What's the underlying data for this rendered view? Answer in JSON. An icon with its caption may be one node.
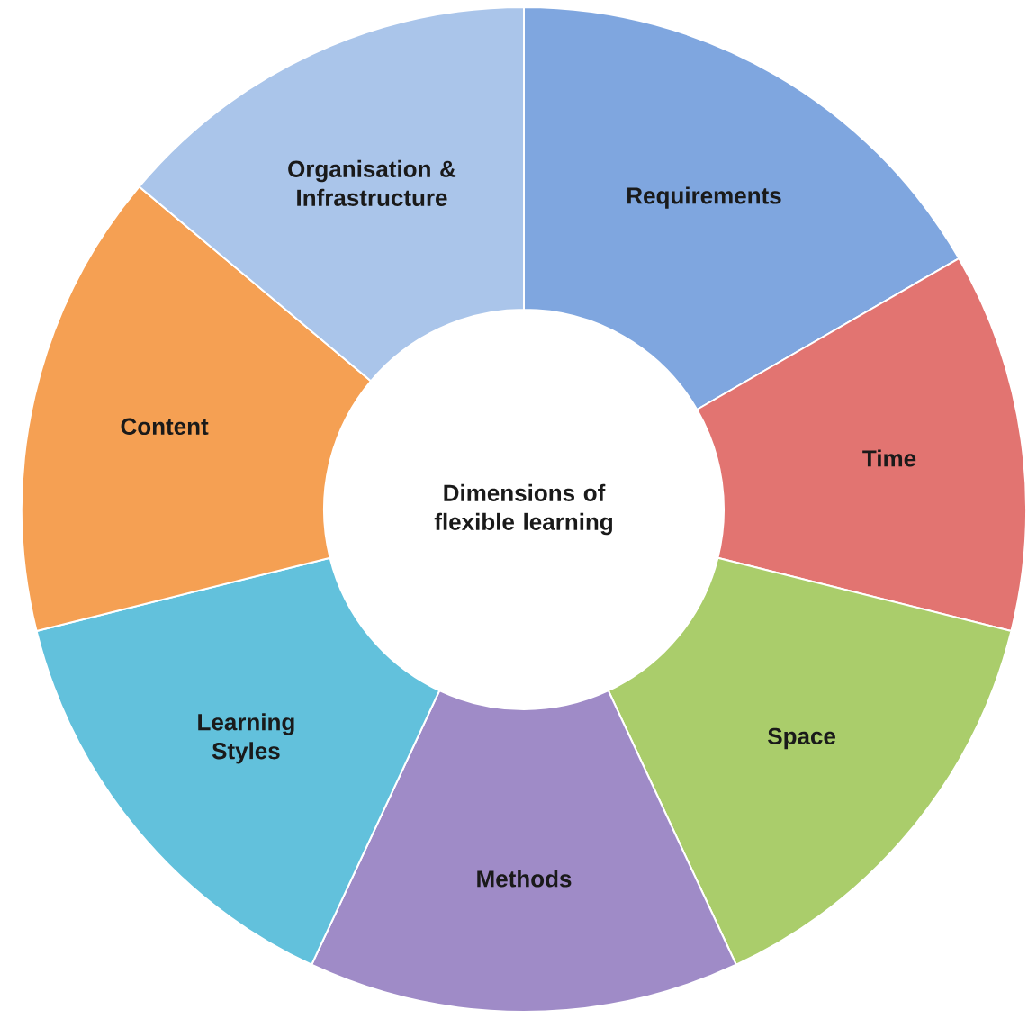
{
  "diagram": {
    "nodes": [
      {
        "text": [
          "Dimensions of flexible learning"
        ]
      },
      {
        "text": [
          "Requirements"
        ]
      },
      {
        "text": [
          "Time"
        ]
      },
      {
        "text": [
          "Space"
        ]
      },
      {
        "text": [
          "Methods"
        ]
      },
      {
        "text": [
          "Learning Styles"
        ]
      },
      {
        "text": [
          "Content"
        ]
      },
      {
        "text": [
          "Organisation & Infrastructure"
        ]
      }
    ]
  }
}
